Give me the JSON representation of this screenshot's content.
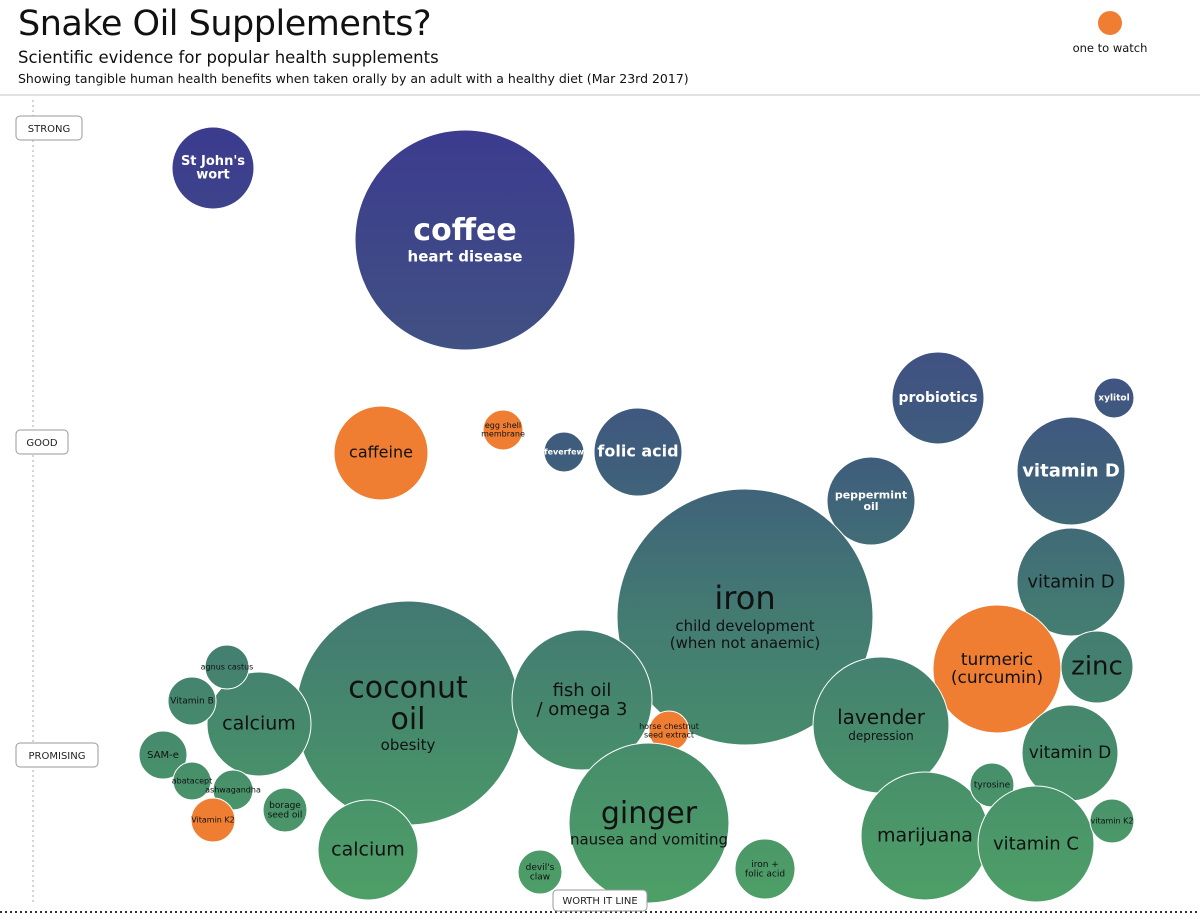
{
  "header": {
    "title": "Snake Oil Supplements?",
    "subtitle": "Scientific evidence for popular health supplements",
    "description": "Showing tangible human health benefits when taken orally by an adult with a healthy diet (Mar 23rd 2017)"
  },
  "legend": {
    "label": "one to watch",
    "color": "#ef7d32"
  },
  "chart_data": {
    "type": "bubble",
    "y_axis_levels": [
      "STRONG",
      "GOOD",
      "PROMISING"
    ],
    "baseline_label": "WORTH IT LINE",
    "colors": {
      "strong": "#3d3a8e",
      "good": "#3f5f7c",
      "promising": "#4c9c67",
      "one_to_watch": "#ef7d32"
    },
    "bubbles": [
      {
        "label": "St John's wort",
        "sub": "",
        "one_to_watch": false
      },
      {
        "label": "coffee",
        "sub": "heart disease",
        "one_to_watch": false
      },
      {
        "label": "caffeine",
        "sub": "",
        "one_to_watch": true
      },
      {
        "label": "egg shell membrane",
        "sub": "",
        "one_to_watch": true
      },
      {
        "label": "feverfew",
        "sub": "",
        "one_to_watch": false
      },
      {
        "label": "folic acid",
        "sub": "",
        "one_to_watch": false
      },
      {
        "label": "probiotics",
        "sub": "",
        "one_to_watch": false
      },
      {
        "label": "xylitol",
        "sub": "",
        "one_to_watch": false
      },
      {
        "label": "vitamin D",
        "sub": "",
        "one_to_watch": false
      },
      {
        "label": "peppermint oil",
        "sub": "",
        "one_to_watch": false
      },
      {
        "label": "iron",
        "sub": "child development (when not anaemic)",
        "one_to_watch": false
      },
      {
        "label": "vitamin D",
        "sub": "",
        "one_to_watch": false
      },
      {
        "label": "turmeric (curcumin)",
        "sub": "",
        "one_to_watch": true
      },
      {
        "label": "zinc",
        "sub": "",
        "one_to_watch": false
      },
      {
        "label": "coconut oil",
        "sub": "obesity",
        "one_to_watch": false
      },
      {
        "label": "fish oil / omega 3",
        "sub": "",
        "one_to_watch": false
      },
      {
        "label": "lavender",
        "sub": "depression",
        "one_to_watch": false
      },
      {
        "label": "vitamin D",
        "sub": "",
        "one_to_watch": false
      },
      {
        "label": "calcium",
        "sub": "",
        "one_to_watch": false
      },
      {
        "label": "agnus castus",
        "sub": "",
        "one_to_watch": false
      },
      {
        "label": "Vitamin B",
        "sub": "",
        "one_to_watch": false
      },
      {
        "label": "SAM-e",
        "sub": "",
        "one_to_watch": false
      },
      {
        "label": "abatacept",
        "sub": "",
        "one_to_watch": false
      },
      {
        "label": "ashwagandha",
        "sub": "",
        "one_to_watch": false
      },
      {
        "label": "Vitamin K2",
        "sub": "",
        "one_to_watch": true
      },
      {
        "label": "borage seed oil",
        "sub": "",
        "one_to_watch": false
      },
      {
        "label": "calcium",
        "sub": "",
        "one_to_watch": false
      },
      {
        "label": "horse chestnut seed extract",
        "sub": "",
        "one_to_watch": true
      },
      {
        "label": "ginger",
        "sub": "nausea and vomiting",
        "one_to_watch": false
      },
      {
        "label": "devil's claw",
        "sub": "",
        "one_to_watch": false
      },
      {
        "label": "iron + folic acid",
        "sub": "",
        "one_to_watch": false
      },
      {
        "label": "marijuana",
        "sub": "",
        "one_to_watch": false
      },
      {
        "label": "tyrosine",
        "sub": "",
        "one_to_watch": false
      },
      {
        "label": "vitamin C",
        "sub": "",
        "one_to_watch": false
      },
      {
        "label": "vitamin K2",
        "sub": "",
        "one_to_watch": false
      }
    ]
  }
}
